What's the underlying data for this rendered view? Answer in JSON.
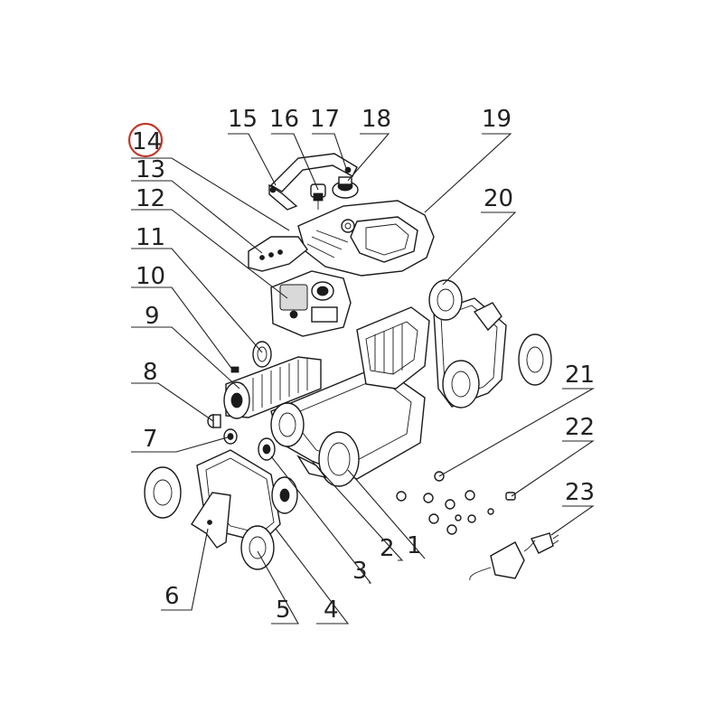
{
  "diagram": {
    "highlight_color": "#c0392b",
    "ink_color": "#1a1a1a",
    "highlighted_label": "14",
    "labels": [
      "1",
      "2",
      "3",
      "4",
      "5",
      "6",
      "7",
      "8",
      "9",
      "10",
      "11",
      "12",
      "13",
      "14",
      "15",
      "16",
      "17",
      "18",
      "19",
      "20",
      "21",
      "22",
      "23"
    ]
  }
}
